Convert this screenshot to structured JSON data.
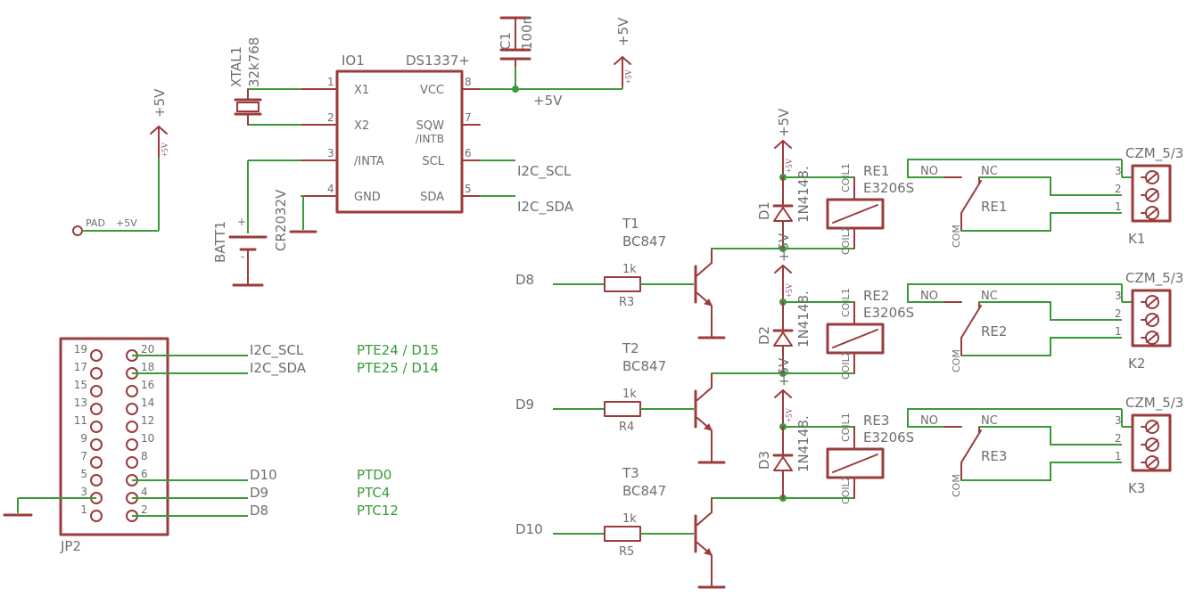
{
  "ic": {
    "name": "IO1",
    "value": "DS1337+",
    "pins_left": [
      {
        "num": "1",
        "label": "X1"
      },
      {
        "num": "2",
        "label": "X2"
      },
      {
        "num": "3",
        "label": "/INTA"
      },
      {
        "num": "4",
        "label": "GND"
      }
    ],
    "pins_right": [
      {
        "num": "8",
        "label": "VCC"
      },
      {
        "num": "7",
        "label": "SQW"
      },
      {
        "num": "6",
        "label": "SCL"
      },
      {
        "num": "5",
        "label": "SDA"
      }
    ],
    "sqw_line2": "/INTB"
  },
  "crystal": {
    "name": "XTAL1",
    "value": "32k768"
  },
  "cap": {
    "name": "C1",
    "value": "100n"
  },
  "battery": {
    "name": "BATT1",
    "value": "CR2032V",
    "plus": "+",
    "minus": "-"
  },
  "supply": {
    "label": "+5V",
    "small": "+5V"
  },
  "vcc_net": "+5V",
  "pad": {
    "label": "PAD",
    "net": "+5V"
  },
  "nets": {
    "scl": "I2C_SCL",
    "sda": "I2C_SDA"
  },
  "connector": {
    "name": "JP2",
    "left_pins": [
      "19",
      "17",
      "15",
      "13",
      "11",
      "9",
      "7",
      "5",
      "3",
      "1"
    ],
    "right_pins": [
      "20",
      "18",
      "16",
      "14",
      "12",
      "10",
      "8",
      "6",
      "4",
      "2"
    ],
    "nets": [
      {
        "label": "I2C_SCL",
        "port": "PTE24 / D15"
      },
      {
        "label": "I2C_SDA",
        "port": "PTE25 / D14"
      },
      {
        "label": "D10",
        "port": "PTD0"
      },
      {
        "label": "D9",
        "port": "PTC4"
      },
      {
        "label": "D8",
        "port": "PTC12"
      }
    ]
  },
  "channels": [
    {
      "input": "D8",
      "resistor": "R3",
      "rvalue": "1k",
      "transistor": "T1",
      "tvalue": "BC847",
      "diode": "D1",
      "dvalue": "1N4148.",
      "relay": "RE1",
      "rtype": "E3206S",
      "terminal": "K1",
      "tvalue2": "CZM_5/3"
    },
    {
      "input": "D9",
      "resistor": "R4",
      "rvalue": "1k",
      "transistor": "T2",
      "tvalue": "BC847",
      "diode": "D2",
      "dvalue": "1N4148.",
      "relay": "RE2",
      "rtype": "E3206S",
      "terminal": "K2",
      "tvalue2": "CZM_5/3"
    },
    {
      "input": "D10",
      "resistor": "R5",
      "rvalue": "1k",
      "transistor": "T3",
      "tvalue": "BC847",
      "diode": "D3",
      "dvalue": "1N4148.",
      "relay": "RE3",
      "rtype": "E3206S",
      "terminal": "K3",
      "tvalue2": "CZM_5/3"
    }
  ],
  "relay_labels": {
    "coil1": "COIL1",
    "coil2": "COIL2",
    "no": "NO",
    "nc": "NC",
    "com": "COM"
  },
  "terminal_pins": [
    "3",
    "2",
    "1"
  ],
  "colors": {
    "symbol": "#9b3b3b",
    "wire": "#3a9a3a",
    "text": "#6e6e6e",
    "net_text": "#3a9a3a"
  }
}
